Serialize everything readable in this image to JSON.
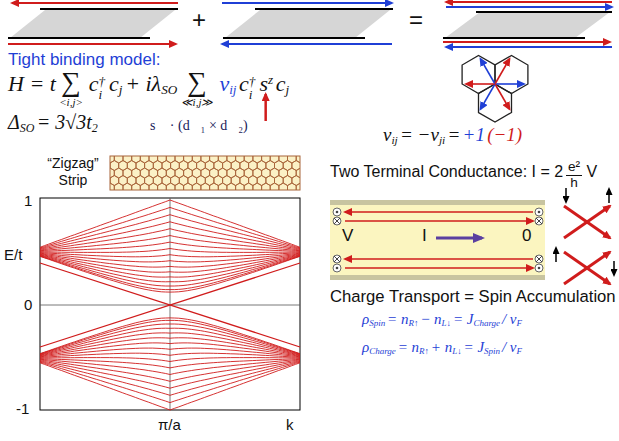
{
  "diagram": {
    "nodes": [
      {
        "text": [
          "V",
          "I",
          "0"
        ]
      }
    ],
    "labels": [
      "+",
      "=",
      "Tight binding model:",
      "H = t",
      "∑",
      "<i,j>",
      "c",
      "i",
      "†",
      "c",
      "j",
      "+ iλ",
      "SO",
      "∑",
      "≪i,j≫",
      "ν",
      "ij",
      "c",
      "i",
      "†",
      "s",
      "z",
      "c",
      "j",
      "Δ",
      "SO",
      "= 3√3t",
      "2",
      "s⃗ · (d⃗₁ × d⃗₂)",
      "ν",
      "ij",
      "= −ν",
      "ji",
      "=",
      "+1",
      "(−1)",
      "“Zigzag” Strip",
      "1",
      "E/t",
      "0",
      "-1",
      "π/a",
      "k",
      "Two Terminal Conductance: I = 2",
      "e²",
      "h",
      "V",
      "Charge Transport = Spin Accumulation",
      "ρ",
      "Spin",
      "= n",
      "R↑",
      "− n",
      "L↓",
      "= J",
      "Charge",
      "/ v",
      "F",
      "ρ",
      "Charge",
      "= n",
      "R↑",
      "+ n",
      "L↓",
      "= J",
      "Spin",
      "/ v",
      "F"
    ]
  }
}
